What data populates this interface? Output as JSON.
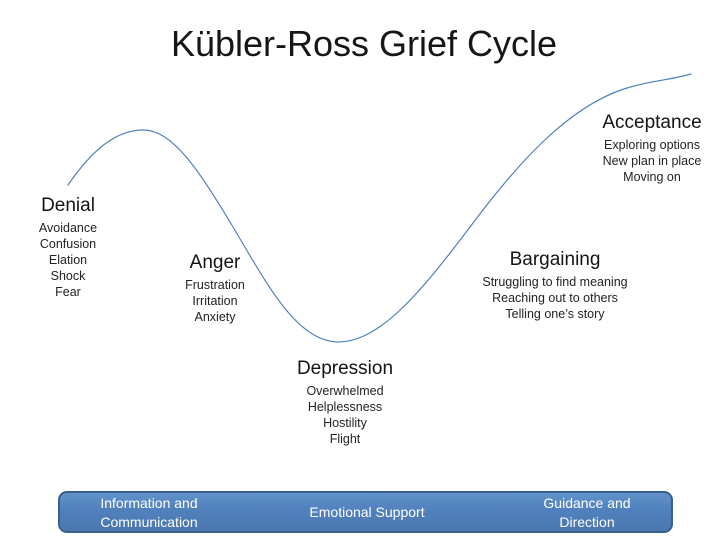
{
  "title": "Kübler-Ross Grief Cycle",
  "curve": {
    "name": "grief-cycle-curve",
    "color": "#4f81bd"
  },
  "stages": [
    {
      "name": "Denial",
      "items": [
        "Avoidance",
        "Confusion",
        "Elation",
        "Shock",
        "Fear"
      ]
    },
    {
      "name": "Anger",
      "items": [
        "Frustration",
        "Irritation",
        "Anxiety"
      ]
    },
    {
      "name": "Depression",
      "items": [
        "Overwhelmed",
        "Helplessness",
        "Hostility",
        "Flight"
      ]
    },
    {
      "name": "Bargaining",
      "items": [
        "Struggling to find meaning",
        "Reaching out to others",
        "Telling one’s story"
      ]
    },
    {
      "name": "Acceptance",
      "items": [
        "Exploring options",
        "New plan in place",
        "Moving on"
      ]
    }
  ],
  "support_bar": {
    "fill_color": "#5181bd",
    "border_color": "#36618f",
    "text_color": "#ffffff",
    "labels": [
      {
        "lines": [
          "Information and",
          "Communication"
        ]
      },
      {
        "lines": [
          "Emotional Support"
        ]
      },
      {
        "lines": [
          "Guidance and",
          "Direction"
        ]
      }
    ]
  }
}
